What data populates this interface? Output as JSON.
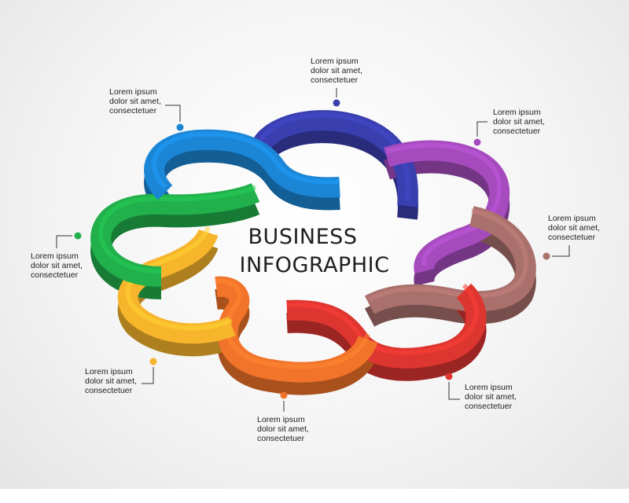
{
  "title": {
    "line1": "BUSINESS",
    "line2": "INFOGRAPHIC"
  },
  "colors": {
    "navy": "#3a3fb0",
    "purple": "#a54bbd",
    "mauve": "#a9706c",
    "red": "#dd3530",
    "orange": "#f2732a",
    "yellow": "#f7b52b",
    "green": "#21b04b",
    "blue": "#1c86d6"
  },
  "callouts": [
    {
      "id": "navy",
      "lines": [
        "Lorem ipsum",
        "dolor sit amet,",
        "consectetuer"
      ]
    },
    {
      "id": "purple",
      "lines": [
        "Lorem ipsum",
        "dolor sit amet,",
        "consectetuer"
      ]
    },
    {
      "id": "mauve",
      "lines": [
        "Lorem ipsum",
        "dolor sit amet,",
        "consectetuer"
      ]
    },
    {
      "id": "red",
      "lines": [
        "Lorem ipsum",
        "dolor sit amet,",
        "consectetuer"
      ]
    },
    {
      "id": "orange",
      "lines": [
        "Lorem ipsum",
        "dolor sit amet,",
        "consectetuer"
      ]
    },
    {
      "id": "yellow",
      "lines": [
        "Lorem ipsum",
        "dolor sit amet,",
        "consectetuer"
      ]
    },
    {
      "id": "green",
      "lines": [
        "Lorem ipsum",
        "dolor sit amet,",
        "consectetuer"
      ]
    },
    {
      "id": "blue",
      "lines": [
        "Lorem ipsum",
        "dolor sit amet,",
        "consectetuer"
      ]
    }
  ]
}
